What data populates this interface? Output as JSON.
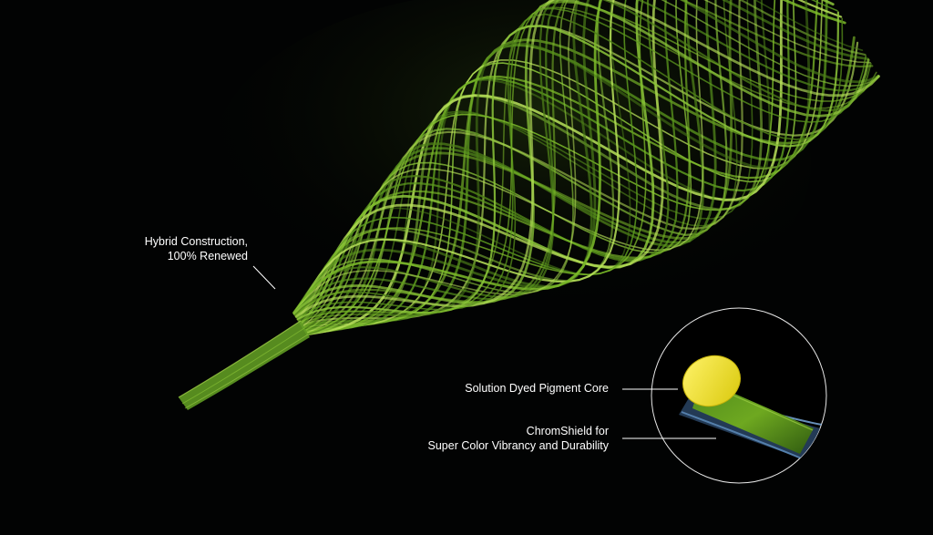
{
  "callouts": {
    "hybrid": {
      "line1": "Hybrid Construction,",
      "line2": "100% Renewed"
    },
    "core": {
      "line1": "Solution Dyed Pigment Core"
    },
    "shield": {
      "line1": "ChromShield for",
      "line2": "Super Color Vibrancy and Durability"
    }
  },
  "colors": {
    "background": "#020303",
    "fiber": "#7dbb2a",
    "fiber_highlight": "#b9e25a",
    "core": "#f0e21c",
    "sheath": "#4a7aa8",
    "leader_line": "#ffffff"
  }
}
